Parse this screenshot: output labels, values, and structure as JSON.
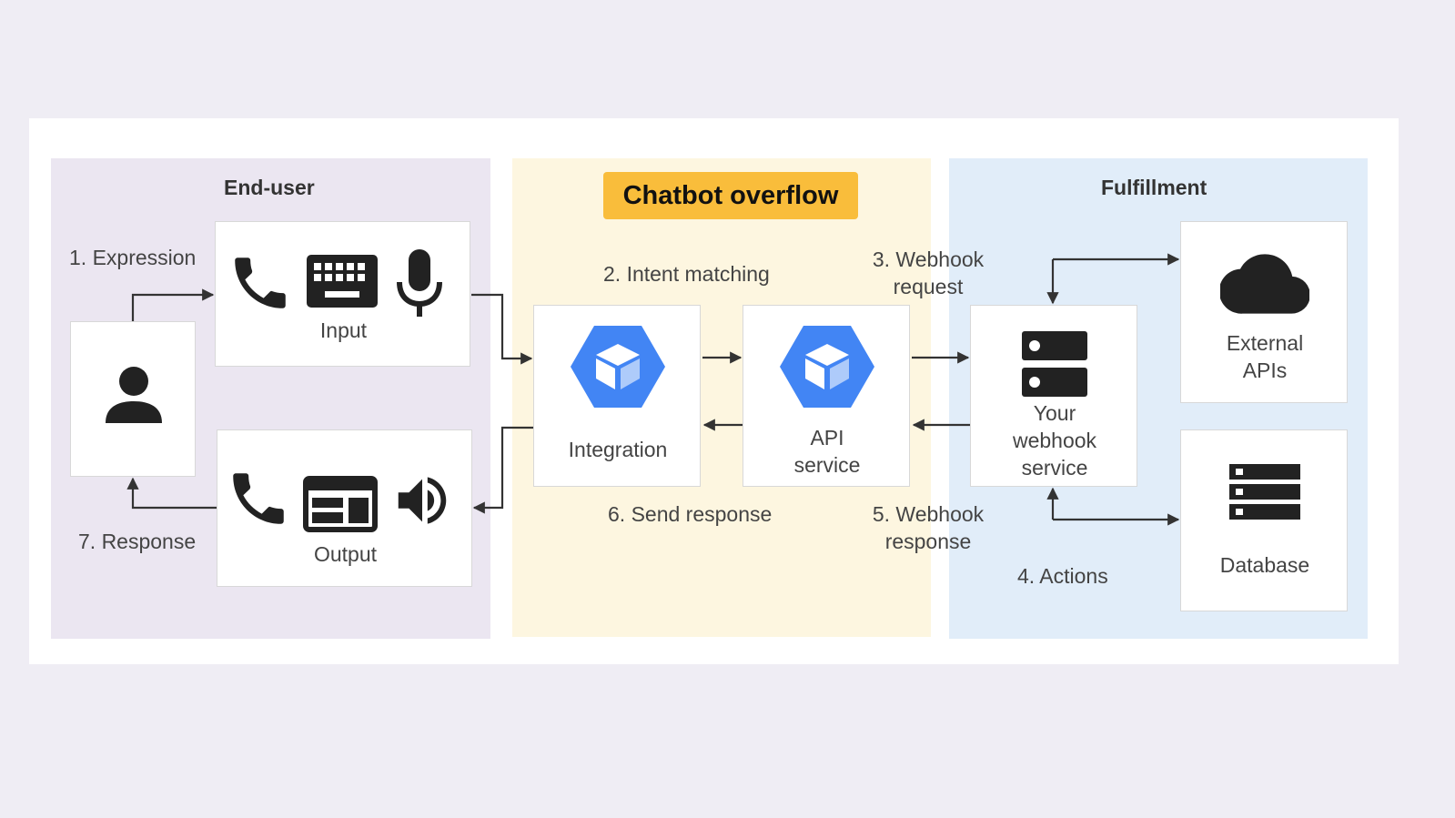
{
  "zones": {
    "end_user": "End-user",
    "chatbot": "Chatbot overflow",
    "fulfillment": "Fulfillment"
  },
  "nodes": {
    "input": "Input",
    "output": "Output",
    "integration": "Integration",
    "api_service_1": "API",
    "api_service_2": "service",
    "webhook_1": "Your",
    "webhook_2": "webhook",
    "webhook_3": "service",
    "external_1": "External",
    "external_2": "APIs",
    "database": "Database"
  },
  "steps": {
    "s1": "1. Expression",
    "s2": "2. Intent matching",
    "s3a": "3. Webhook",
    "s3b": "request",
    "s4": "4.  Actions",
    "s5a": "5. Webhook",
    "s5b": "response",
    "s6": "6. Send response",
    "s7": "7. Response"
  },
  "colors": {
    "end_user_bg": "#ebe6f1",
    "chatbot_bg": "#fdf6e0",
    "fulfillment_bg": "#e1edf9",
    "title_badge": "#f9bd3b",
    "hex_blue": "#4285f4"
  },
  "icons": [
    "person-icon",
    "phone-icon",
    "keyboard-icon",
    "microphone-icon",
    "browser-window-icon",
    "speaker-icon",
    "dialogflow-icon",
    "server-icon",
    "cloud-icon",
    "database-icon"
  ]
}
